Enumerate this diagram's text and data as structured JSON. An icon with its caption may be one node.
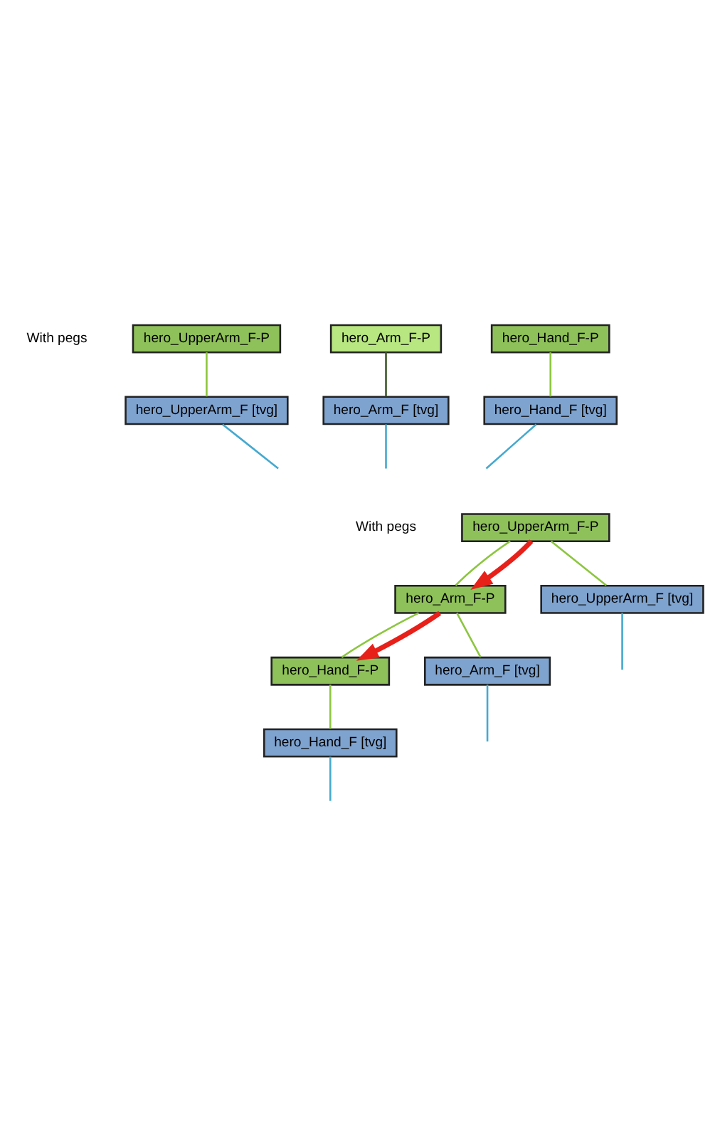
{
  "diagram": {
    "nodes": [
      {
        "text": [
          "hero_UpperArm_F-P"
        ]
      },
      {
        "text": [
          "hero_Arm_F-P"
        ]
      },
      {
        "text": [
          "hero_Hand_F-P"
        ]
      },
      {
        "text": [
          "hero_UpperArm_F [tvg]"
        ]
      },
      {
        "text": [
          "hero_Arm_F [tvg]"
        ]
      },
      {
        "text": [
          "hero_Hand_F [tvg]"
        ]
      },
      {
        "text": [
          "hero_UpperArm_F-P"
        ]
      },
      {
        "text": [
          "hero_Arm_F-P"
        ]
      },
      {
        "text": [
          "hero_Hand_F-P"
        ]
      },
      {
        "text": [
          "hero_UpperArm_F [tvg]"
        ]
      },
      {
        "text": [
          "hero_Arm_F [tvg]"
        ]
      },
      {
        "text": [
          "hero_Hand_F [tvg]"
        ]
      }
    ],
    "edges": [
      {
        "from": 0,
        "to": 3,
        "arrow": "none"
      },
      {
        "from": 1,
        "to": 4,
        "arrow": "none",
        "color": "#3f5a2a"
      },
      {
        "from": 2,
        "to": 5,
        "arrow": "none"
      },
      {
        "from": 3,
        "to": null,
        "arrow": "none",
        "color": "#45a9cf"
      },
      {
        "from": 4,
        "to": null,
        "arrow": "none",
        "color": "#45a9cf"
      },
      {
        "from": 5,
        "to": null,
        "arrow": "none",
        "color": "#45a9cf"
      },
      {
        "from": 6,
        "to": 9,
        "arrow": "none"
      },
      {
        "from": 6,
        "to": 7,
        "arrow": "none"
      },
      {
        "from": 7,
        "to": 10,
        "arrow": "none"
      },
      {
        "from": 7,
        "to": 8,
        "arrow": "none"
      },
      {
        "from": 8,
        "to": 11,
        "arrow": "none"
      },
      {
        "from": 9,
        "to": null,
        "arrow": "none",
        "color": "#45a9cf"
      },
      {
        "from": 10,
        "to": null,
        "arrow": "none",
        "color": "#45a9cf"
      },
      {
        "from": 11,
        "to": null,
        "arrow": "none",
        "color": "#45a9cf"
      },
      {
        "from": 6,
        "to": 7,
        "arrow": "to",
        "style": "thick",
        "color": "#e8201a"
      },
      {
        "from": 7,
        "to": 8,
        "arrow": "to",
        "style": "thick",
        "color": "#e8201a"
      }
    ],
    "labels": [
      "With pegs",
      "With pegs"
    ]
  }
}
